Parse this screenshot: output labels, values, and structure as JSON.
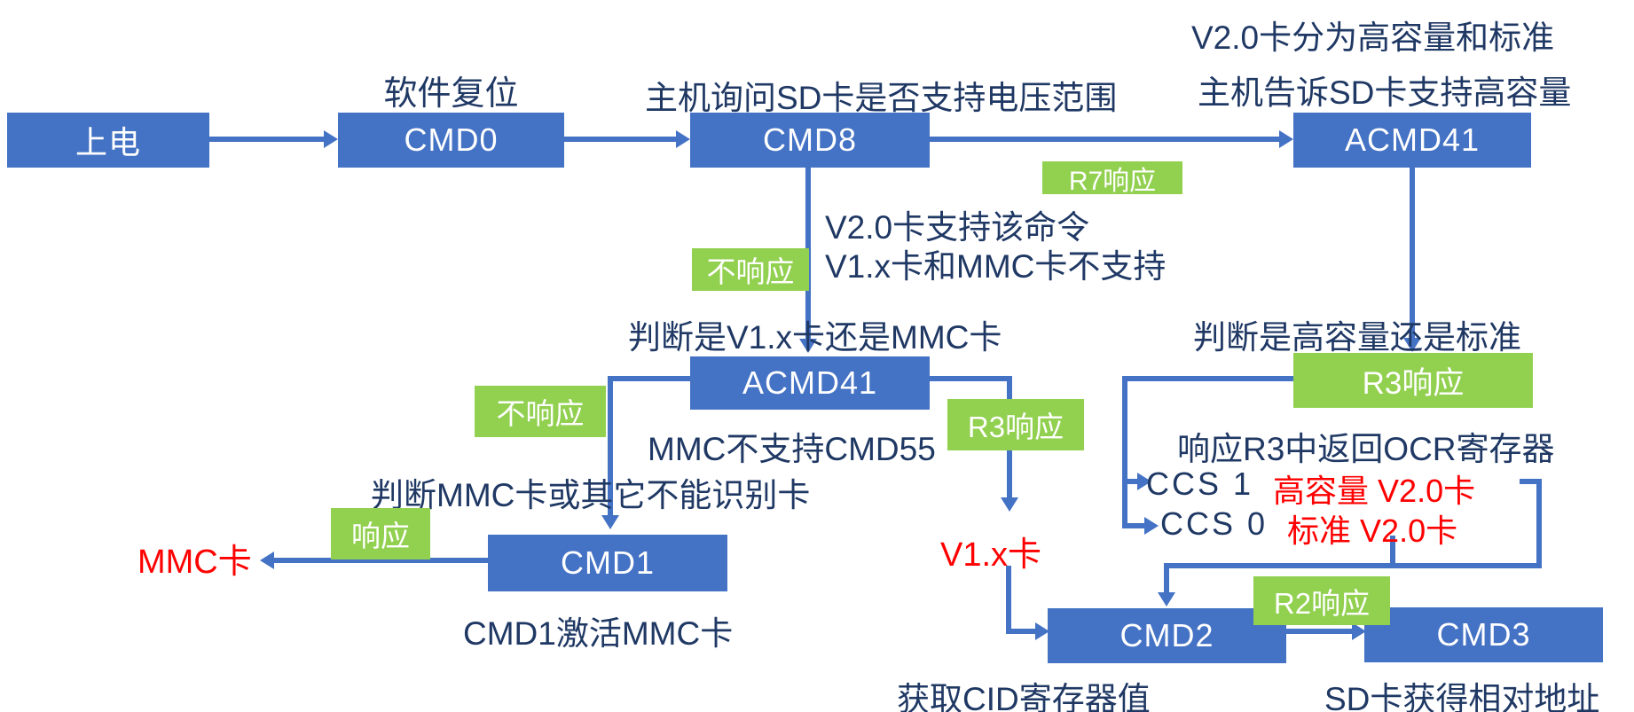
{
  "title": "SD卡初始化流程图",
  "colors": {
    "node_blue": "#4472C4",
    "badge_green": "#92D050",
    "text_navy": "#1F3864",
    "text_red": "#FF0000",
    "line_blue": "#4472C4"
  },
  "nodes": {
    "power_on": "上电",
    "cmd0": "CMD0",
    "cmd8": "CMD8",
    "acmd41_top": "ACMD41",
    "acmd41_mid": "ACMD41",
    "cmd1": "CMD1",
    "cmd2": "CMD2",
    "cmd3": "CMD3"
  },
  "badges": {
    "r7_response": "R7响应",
    "no_response_cmd8": "不响应",
    "no_response_acmd41": "不响应",
    "r3_response_small": "R3响应",
    "response": "响应",
    "r3_response_big": "R3响应",
    "r2_response": "R2响应"
  },
  "annotations": {
    "soft_reset": "软件复位",
    "cmd8_query": "主机询问SD卡是否支持电压范围",
    "v2_split": "V2.0卡分为高容量和标准",
    "acmd41_tell": "主机告诉SD卡支持高容量",
    "cmd8_support_line1": "V2.0卡支持该命令",
    "cmd8_support_line2": "V1.x卡和MMC卡不支持",
    "judge_v1_or_mmc": "判断是V1.x卡还是MMC卡",
    "mmc_no_cmd55": "MMC不支持CMD55",
    "judge_mmc_or_other": "判断MMC卡或其它不能识别卡",
    "cmd1_activate": "CMD1激活MMC卡",
    "judge_capacity": "判断是高容量还是标准",
    "ocr_register": "响应R3中返回OCR寄存器",
    "cmd2_get_cid": "获取CID寄存器值",
    "cmd3_get_addr": "SD卡获得相对地址"
  },
  "results": {
    "mmc_card": "MMC卡",
    "v1x_card": "V1.x卡"
  },
  "ccs": [
    {
      "code": "CCS 1",
      "desc": "高容量 V2.0卡"
    },
    {
      "code": "CCS 0",
      "desc": "标准 V2.0卡"
    }
  ]
}
